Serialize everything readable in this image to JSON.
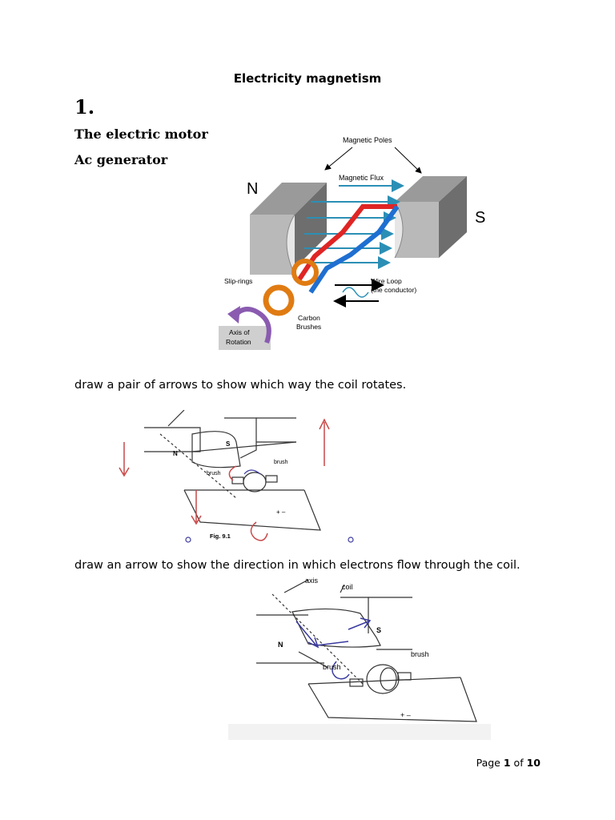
{
  "document": {
    "title": "Electricity magnetism",
    "question_number": "1.",
    "headings": [
      "The electric motor",
      "Ac generator"
    ],
    "prompts": [
      "draw a pair of arrows to show which way the coil rotates.",
      "draw an arrow to show the direction in which electrons flow through the coil."
    ]
  },
  "figure1": {
    "labels": {
      "magnetic_poles": "Magnetic Poles",
      "magnetic_flux": "Magnetic Flux",
      "north": "N",
      "south": "S",
      "slip_rings": "Slip-rings",
      "wire_loop_1": "Wire Loop",
      "wire_loop_2": "(the conductor)",
      "carbon_1": "Carbon",
      "carbon_2": "Brushes",
      "axis_1": "Axis of",
      "axis_2": "Rotation"
    },
    "colors": {
      "flux": "#2b8fb5",
      "wire_red": "#e02424",
      "wire_blue": "#1f6fd1",
      "ring": "#e07b12",
      "rotation": "#8a5bb0"
    }
  },
  "figure2": {
    "labels": {
      "north": "N",
      "south": "S",
      "brush_left": "brush",
      "brush_right": "brush",
      "terminals": "+ –",
      "caption": "Fig. 9.1"
    },
    "colors": {
      "annotation": "#c94848"
    }
  },
  "figure3": {
    "labels": {
      "axis": "axis",
      "coil": "coil",
      "north": "N",
      "south": "S",
      "brush_left": "brush",
      "brush_right": "brush",
      "terminals": "+ –"
    },
    "colors": {
      "annotation": "#3a3aa0"
    }
  },
  "footer": {
    "page_word": "Page",
    "page_num": "1",
    "of_word": "of",
    "page_total": "10"
  }
}
